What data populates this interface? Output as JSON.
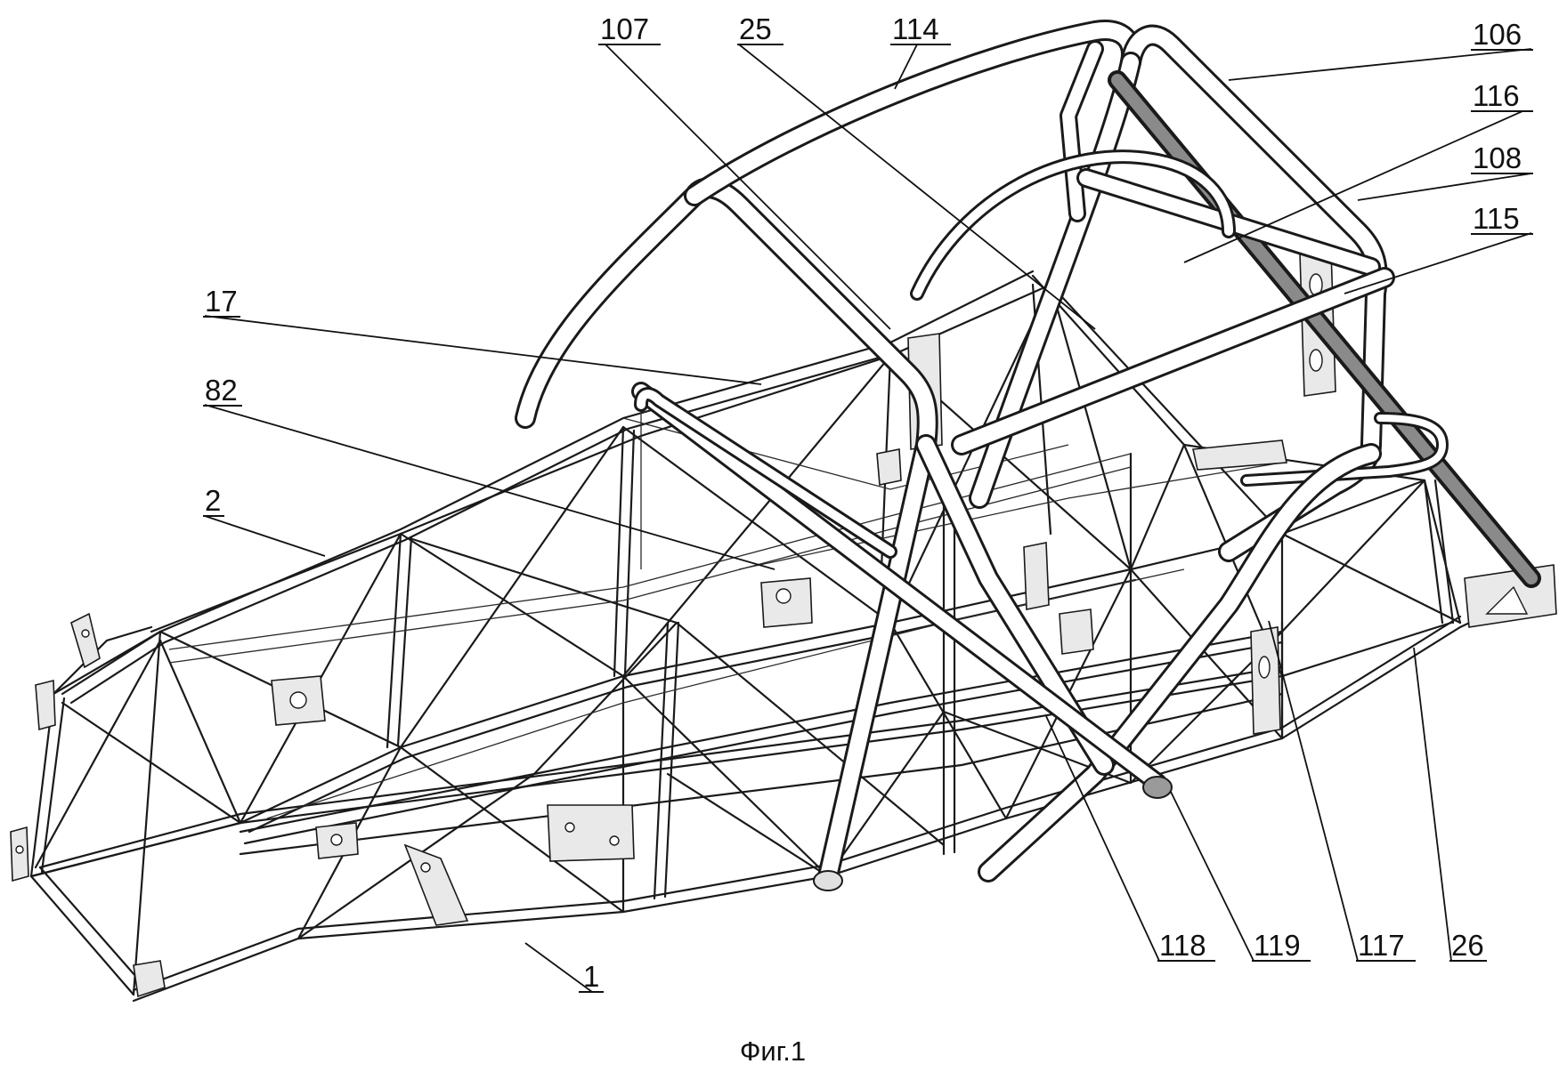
{
  "caption": "Фиг.1",
  "labels": [
    {
      "id": "107",
      "text": "107"
    },
    {
      "id": "25",
      "text": "25"
    },
    {
      "id": "114",
      "text": "114"
    },
    {
      "id": "106",
      "text": "106"
    },
    {
      "id": "116",
      "text": "116"
    },
    {
      "id": "108",
      "text": "108"
    },
    {
      "id": "115",
      "text": "115"
    },
    {
      "id": "17",
      "text": "17"
    },
    {
      "id": "82",
      "text": "82"
    },
    {
      "id": "2",
      "text": "2"
    },
    {
      "id": "1",
      "text": "1"
    },
    {
      "id": "118",
      "text": "118"
    },
    {
      "id": "119",
      "text": "119"
    },
    {
      "id": "117",
      "text": "117"
    },
    {
      "id": "26",
      "text": "26"
    }
  ]
}
